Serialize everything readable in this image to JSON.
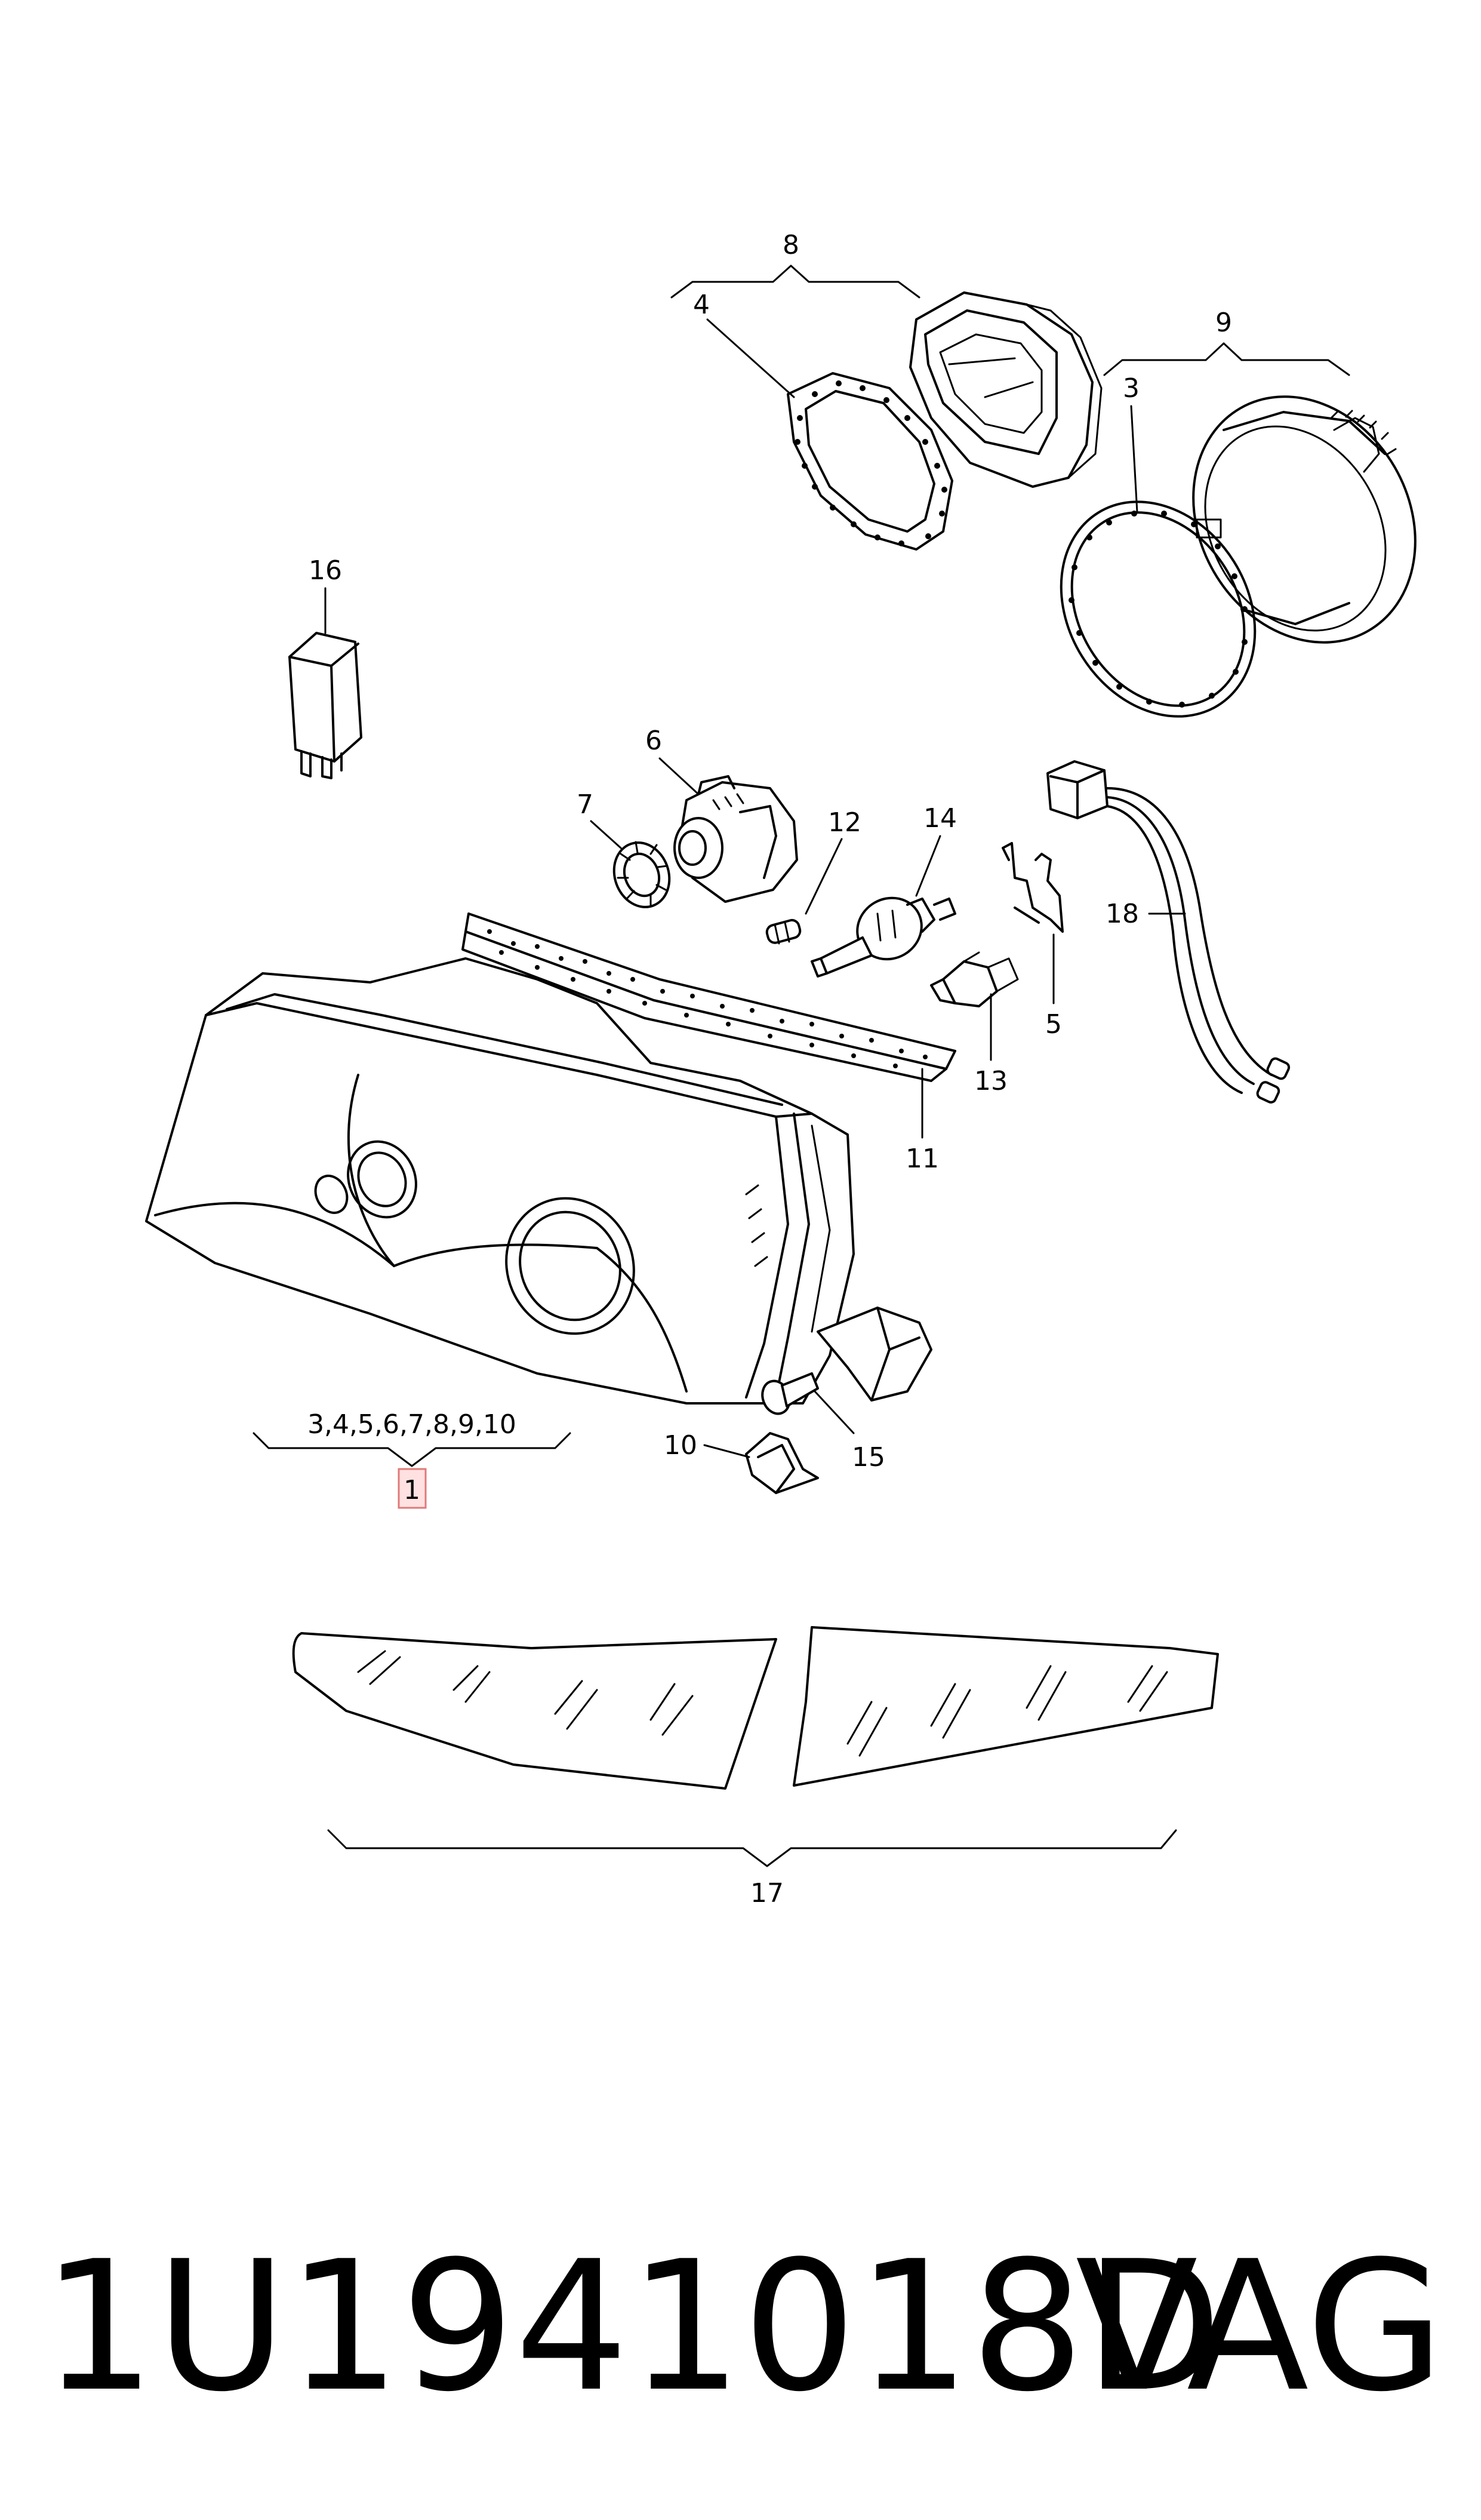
{
  "callouts": {
    "c1": "1",
    "c3": "3",
    "c4": "4",
    "c5": "5",
    "c6": "6",
    "c7": "7",
    "c8": "8",
    "c9": "9",
    "c10": "10",
    "c11": "11",
    "c12": "12",
    "c13": "13",
    "c14": "14",
    "c15": "15",
    "c16": "16",
    "c17": "17",
    "c18": "18",
    "c3_3": "3",
    "group_list": "3,4,5,6,7,8,9,10"
  },
  "footer": {
    "part_number": "1U1941018D",
    "brand": "VAG"
  },
  "colors": {
    "highlight_fill": "#ffe1e1",
    "highlight_stroke": "#e07a7a"
  }
}
